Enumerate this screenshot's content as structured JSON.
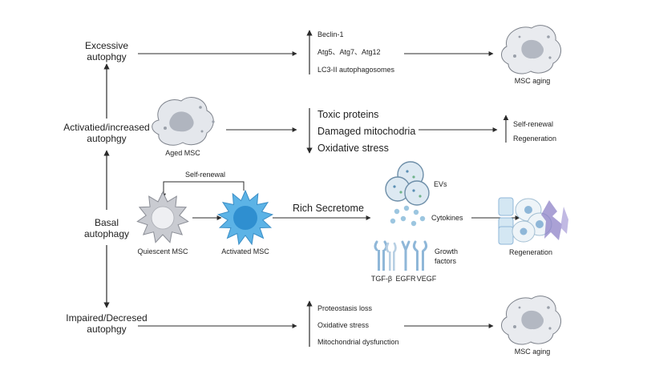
{
  "levels": {
    "excessive": [
      "Excessive",
      "autophgy"
    ],
    "activated": [
      "Activatied/increased",
      "autophgy"
    ],
    "basal": [
      "Basal",
      "autophagy"
    ],
    "impaired": [
      "Impaired/Decresed",
      "autophgy"
    ]
  },
  "excessive_markers": [
    "Beclin-1",
    "Atg5、Atg7、Atg12",
    "LC3-II autophagosomes"
  ],
  "aging_factors": [
    "Toxic proteins",
    "Damaged mitochodria",
    "Oxidative stress"
  ],
  "activated_outcomes": [
    "Self-renewal",
    "Regeneration"
  ],
  "impaired_factors": [
    "Proteostasis loss",
    "Oxidative stress",
    "Mitochondrial dysfunction"
  ],
  "cells": {
    "msc_aging_top": "MSC aging",
    "aged_msc": "Aged MSC",
    "quiescent_msc": "Quiescent MSC",
    "activated_msc": "Activated MSC",
    "msc_aging_bottom": "MSC aging"
  },
  "basal": {
    "self_renewal": "Self-renewal",
    "rich_secretome": "Rich Secretome",
    "evs": "EVs",
    "cytokines": "Cytokines",
    "growth_factors": [
      "Growth",
      "factors"
    ],
    "receptors": [
      "TGF-β",
      "EGFR",
      "VEGF"
    ],
    "regeneration": "Regeneration"
  },
  "colors": {
    "arrow": "#2b2b2b",
    "aged_cell": "#e4e7ec",
    "quiescent_cell": "#c9cbd1",
    "activated_cell": "#5cb3e6",
    "ev": "#9cc6e0",
    "receptor": "#8fb7d8",
    "tissue_purple": "#8e82c7"
  }
}
